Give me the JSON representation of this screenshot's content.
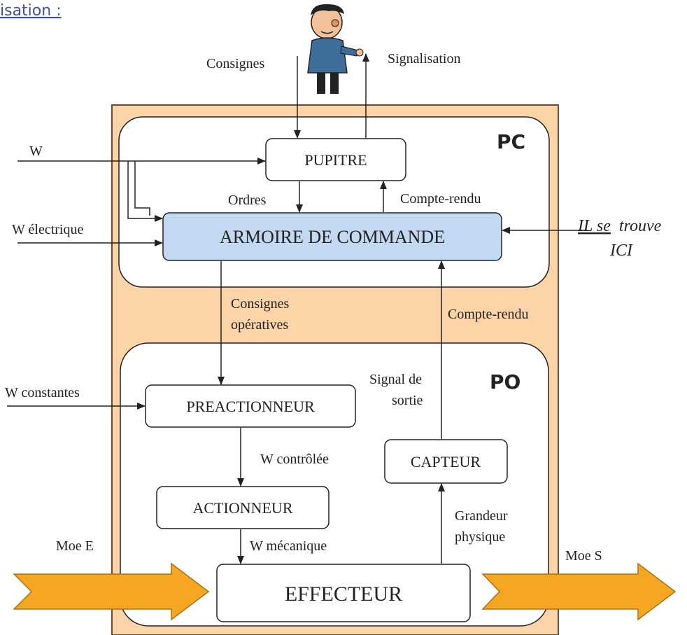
{
  "colors": {
    "outer_fill": "#fcd4a8",
    "outer_stroke": "#6b4a33",
    "armoire_fill": "#c3d9f1",
    "flow_fill": "#f5a623",
    "flow_stroke": "#b07010",
    "link_color": "#3d4fa8"
  },
  "header_link": "isation :",
  "operator": {
    "icon": "operator-person-icon",
    "left_label": "Consignes",
    "right_label": "Signalisation"
  },
  "pc": {
    "title": "PC",
    "pupitre": "PUPITRE",
    "armoire": "ARMOIRE DE COMMANDE",
    "ordres": "Ordres",
    "compte_rendu": "Compte-rendu"
  },
  "inputs": {
    "w": "W",
    "w_electrique": "W électrique",
    "w_constantes": "W constantes"
  },
  "note": {
    "underlined": "IL se",
    "rest": "trouve",
    "line2": "ICI"
  },
  "middle": {
    "consignes_line1": "Consignes",
    "consignes_line2": "opératives",
    "compte_rendu": "Compte-rendu"
  },
  "po": {
    "title": "PO",
    "preactionneur": "PREACTIONNEUR",
    "w_controlee": "W contrôlée",
    "actionneur": "ACTIONNEUR",
    "w_mecanique": "W mécanique",
    "effecteur": "EFFECTEUR",
    "capteur": "CAPTEUR",
    "signal_line1": "Signal de",
    "signal_line2": "sortie",
    "grandeur_line1": "Grandeur",
    "grandeur_line2": "physique"
  },
  "flows": {
    "moe_e": "Moe E",
    "moe_s": "Moe S"
  }
}
